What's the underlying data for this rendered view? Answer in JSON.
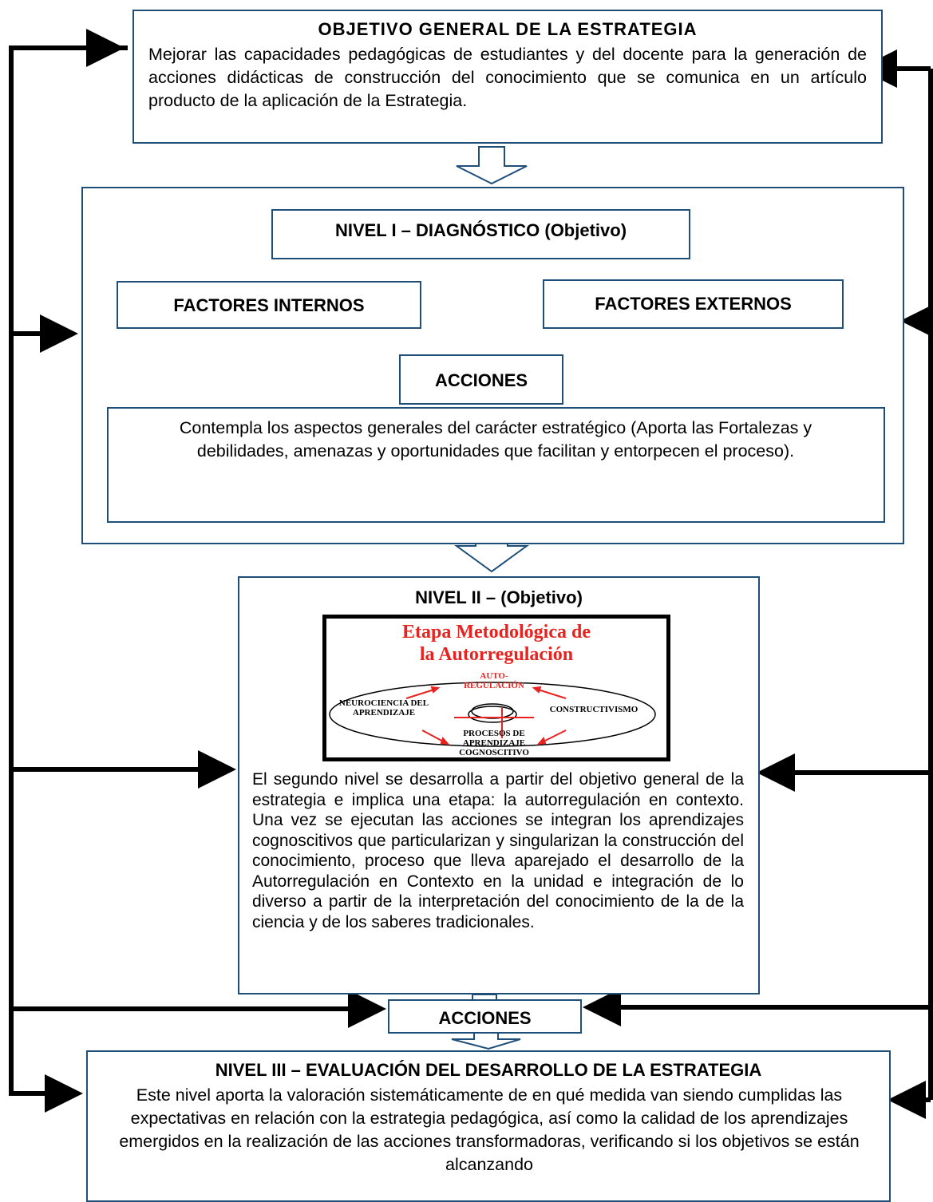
{
  "objetivo": {
    "title": "OBJETIVO GENERAL DE LA ESTRATEGIA",
    "text": "Mejorar las capacidades pedagógicas de estudiantes y del docente para la generación de acciones didácticas de construcción del conocimiento que se comunica en un artículo producto de la aplicación de la Estrategia."
  },
  "nivel1": {
    "title": "NIVEL I – DIAGNÓSTICO (Objetivo)",
    "factores_internos": "FACTORES INTERNOS",
    "factores_externos": "FACTORES EXTERNOS",
    "acciones": "ACCIONES",
    "text": "Contempla los aspectos generales del carácter estratégico (Aporta las Fortalezas y debilidades, amenazas y oportunidades que facilitan y entorpecen el proceso)."
  },
  "nivel2": {
    "title": "NIVEL II – (Objetivo)",
    "inset": {
      "title_line1": "Etapa Metodológica de",
      "title_line2": "la Autorregulación",
      "node_top": "AUTO-REGULACIÓN",
      "node_left": "NEUROCIENCIA DEL APRENDIZAJE",
      "node_right": "CONSTRUCTIVISMO",
      "node_bottom": "PROCESOS DE APRENDIZAJE COGNOSCITIVO"
    },
    "text": "El segundo nivel se desarrolla a partir del objetivo general de la estrategia e implica una etapa: la autorregulación en contexto. Una vez se ejecutan las acciones se integran los aprendizajes cognoscitivos que particularizan y singularizan la construcción del conocimiento, proceso que lleva aparejado el desarrollo de la Autorregulación en Contexto en la unidad e integración de lo diverso a partir de la interpretación del conocimiento de la de la ciencia y de los saberes tradicionales."
  },
  "acciones2": "ACCIONES",
  "nivel3": {
    "title": "NIVEL III – EVALUACIÓN DEL DESARROLLO DE LA ESTRATEGIA",
    "text": "Este nivel aporta la valoración sistemáticamente de en qué medida van siendo cumplidas las expectativas en relación con la estrategia pedagógica, así como la calidad de los aprendizajes emergidos en la realización de las acciones transformadoras, verificando si los objetivos se están alcanzando"
  },
  "colors": {
    "border": "#1f4e79",
    "accent_red": "#e8231f",
    "line": "#000000"
  }
}
